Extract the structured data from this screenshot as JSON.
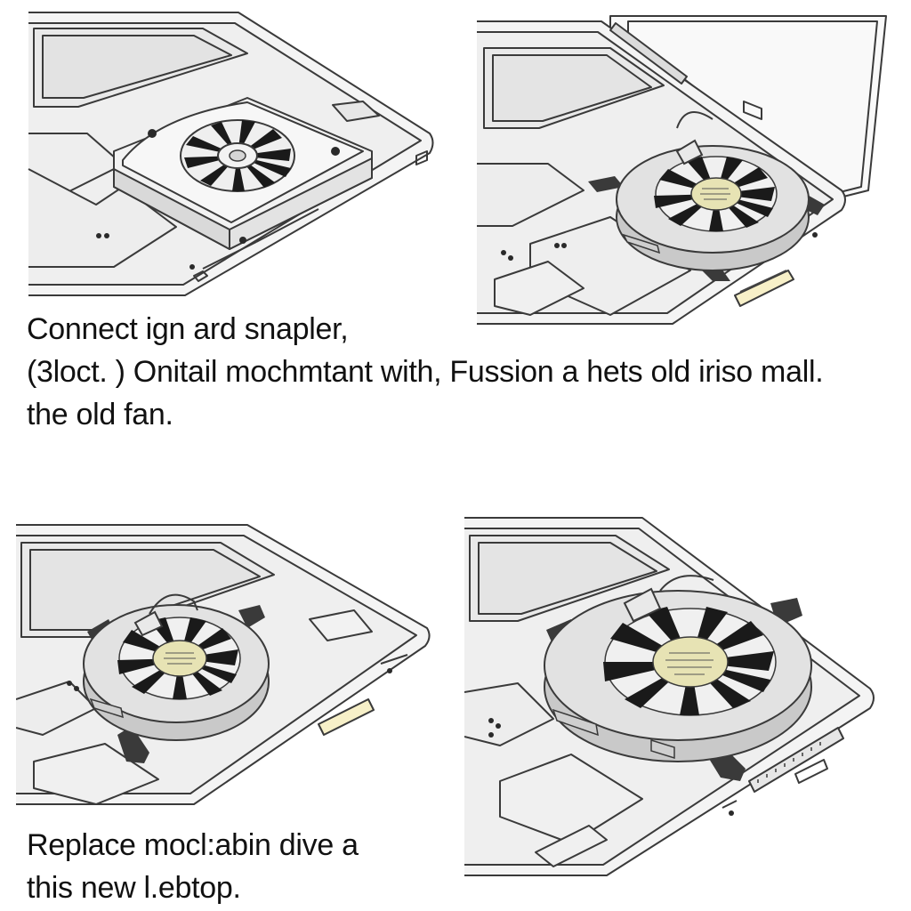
{
  "captions": {
    "top": {
      "line1": "Connect ign ard snapler,",
      "line2": "(3loct. ) Onitail mochmtant with, Fussion a hets old iriso mall.",
      "line3": "the old fan."
    },
    "bottom": {
      "line1": "Replace mocl:abin dive a",
      "line2": "this new l.ebtop."
    }
  },
  "panels": [
    {
      "id": "step-1",
      "subject": "laptop base with fan installed under cover plate"
    },
    {
      "id": "step-2",
      "subject": "blower fan lifted from laptop chassis"
    },
    {
      "id": "step-3",
      "subject": "replacement blower fan positioned in chassis"
    },
    {
      "id": "step-4",
      "subject": "new blower fan seated in laptop"
    }
  ],
  "colors": {
    "line": "#3a3a3a",
    "plate": "#ededed",
    "fan_body": "#d8d8d8",
    "fan_blade": "#1a1a1a",
    "hub_sticker": "#e7e3b4"
  }
}
